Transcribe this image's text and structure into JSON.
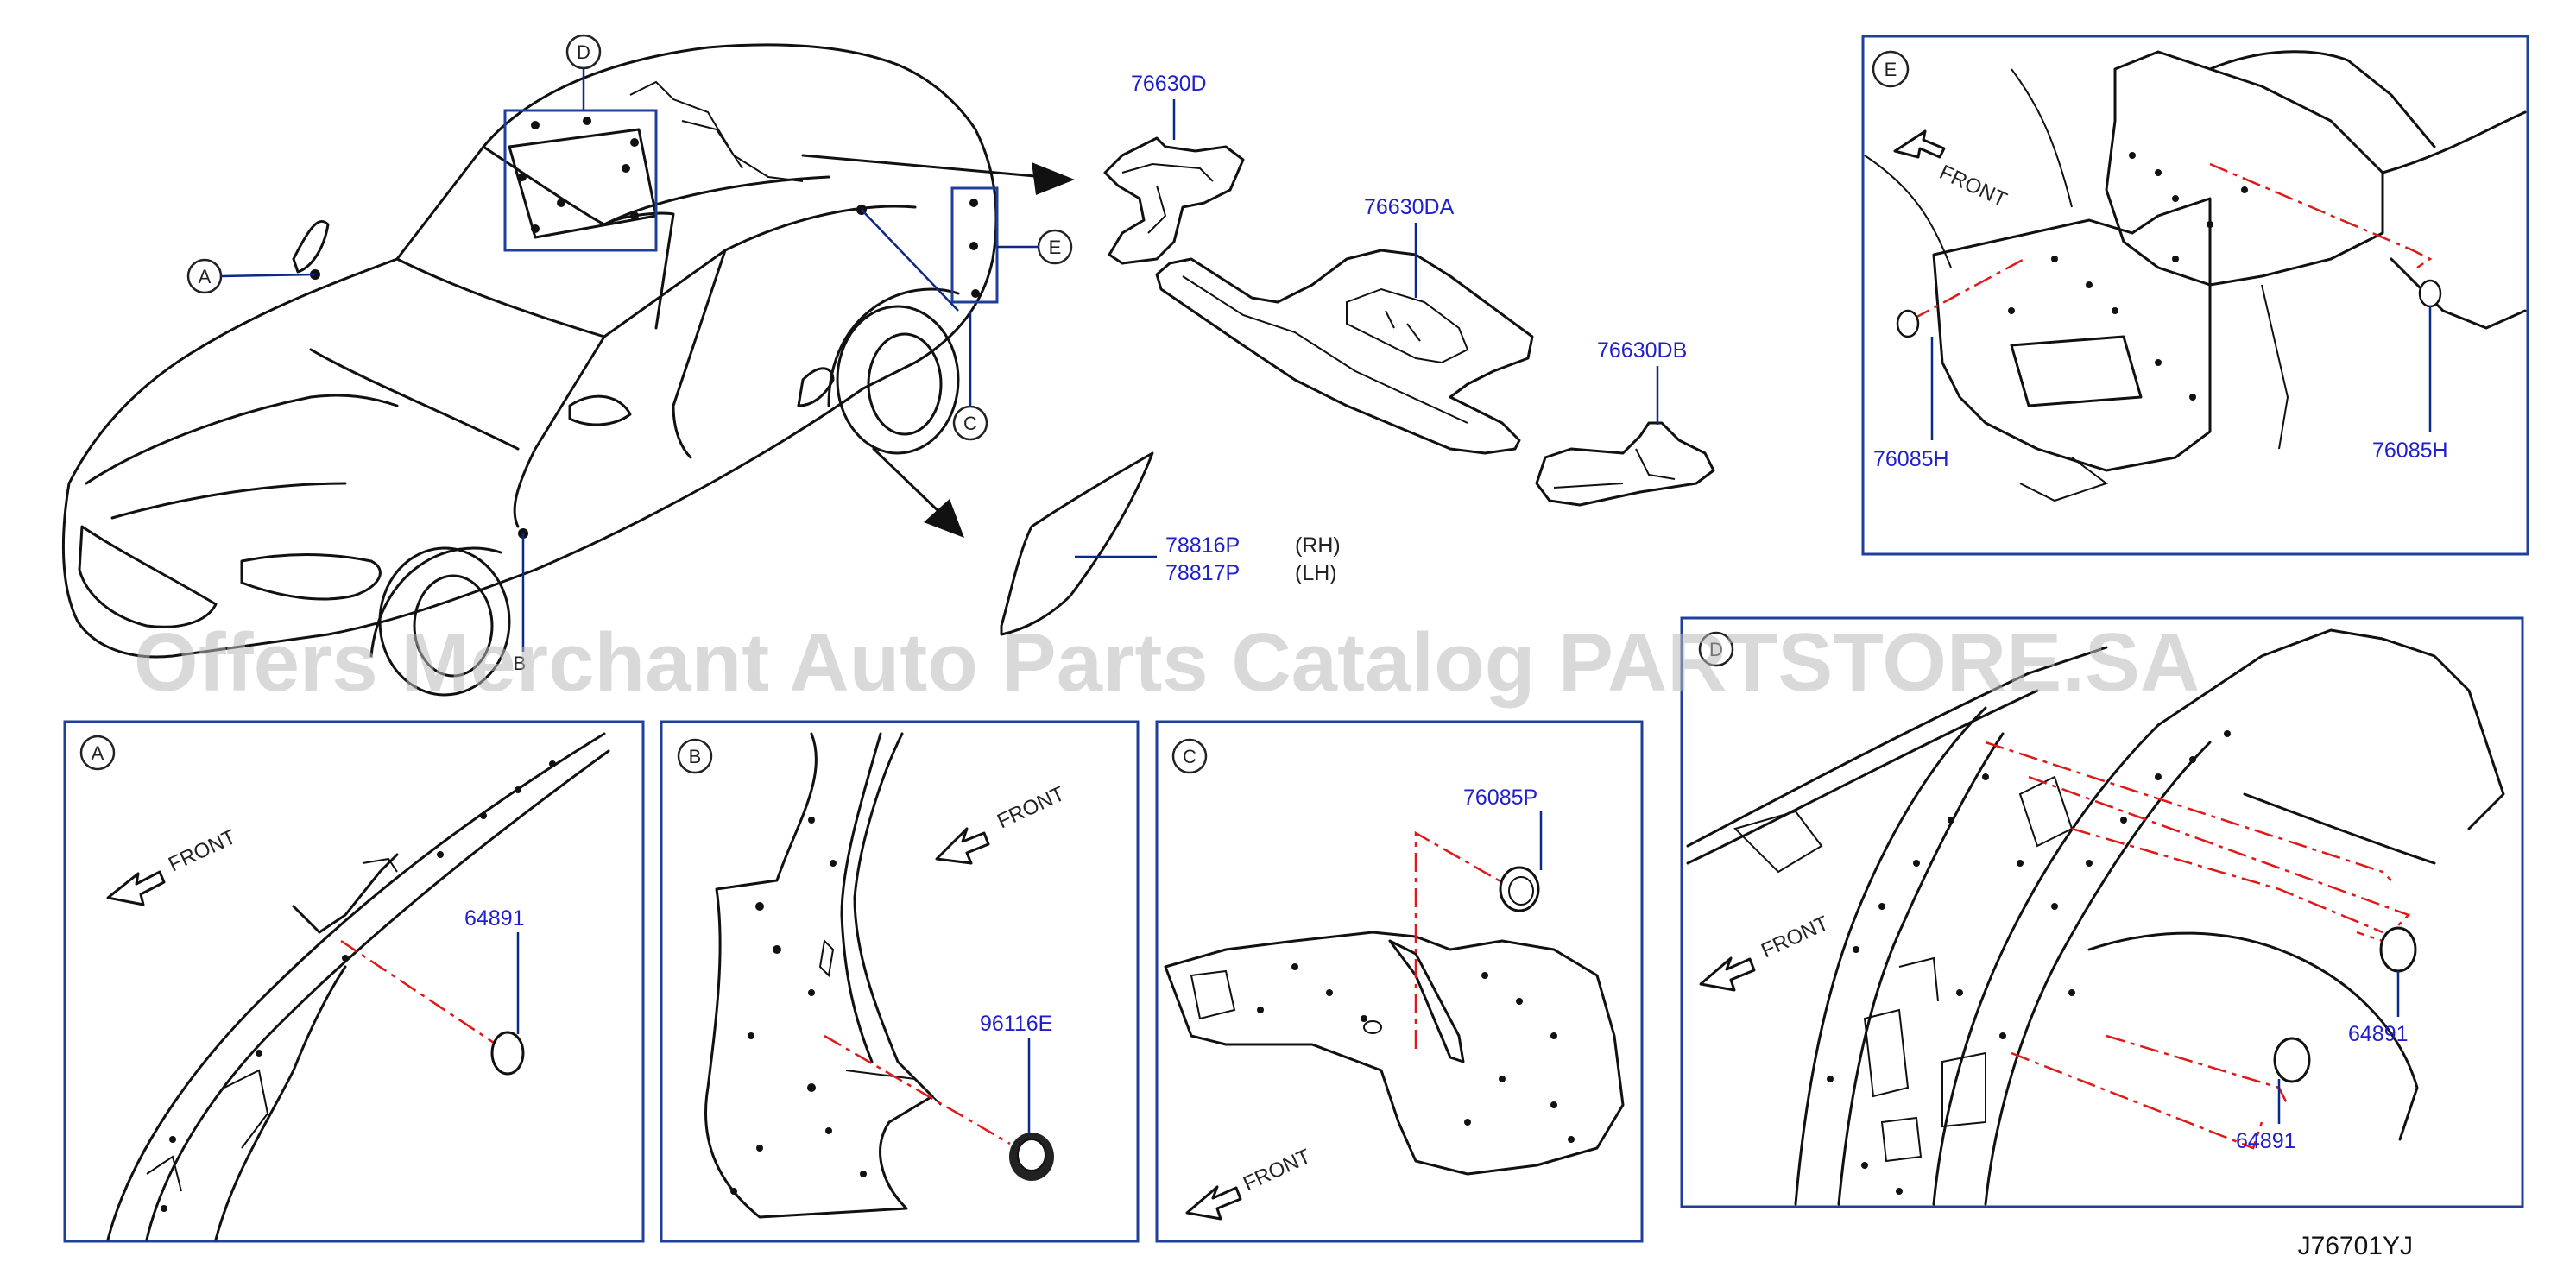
{
  "diagram_code": "J76701YJ",
  "watermark": "Offers Merchant Auto Parts Catalog PARTSTORE.SA",
  "direction_label": "FRONT",
  "callouts": {
    "a": "A",
    "b": "B",
    "c": "C",
    "d": "D",
    "e": "E"
  },
  "overview": {
    "parts": {
      "p76630d": "76630D",
      "p76630da": "76630DA",
      "p76630db": "76630DB",
      "p78816p": "78816P",
      "p78817p": "78817P"
    },
    "sides": {
      "rh": "(RH)",
      "lh": "(LH)"
    }
  },
  "detail_a": {
    "letter": "A",
    "part": "64891"
  },
  "detail_b": {
    "letter": "B",
    "part": "96116E"
  },
  "detail_c": {
    "letter": "C",
    "part": "76085P"
  },
  "detail_d": {
    "letter": "D",
    "part_upper": "64891",
    "part_lower": "64891"
  },
  "detail_e": {
    "letter": "E",
    "part_left": "76085H",
    "part_right": "76085H"
  },
  "colors": {
    "part_number": "#1f1fcc",
    "panel_border": "#1f3f9a",
    "centerline": "#e01818",
    "line": "#111111"
  }
}
